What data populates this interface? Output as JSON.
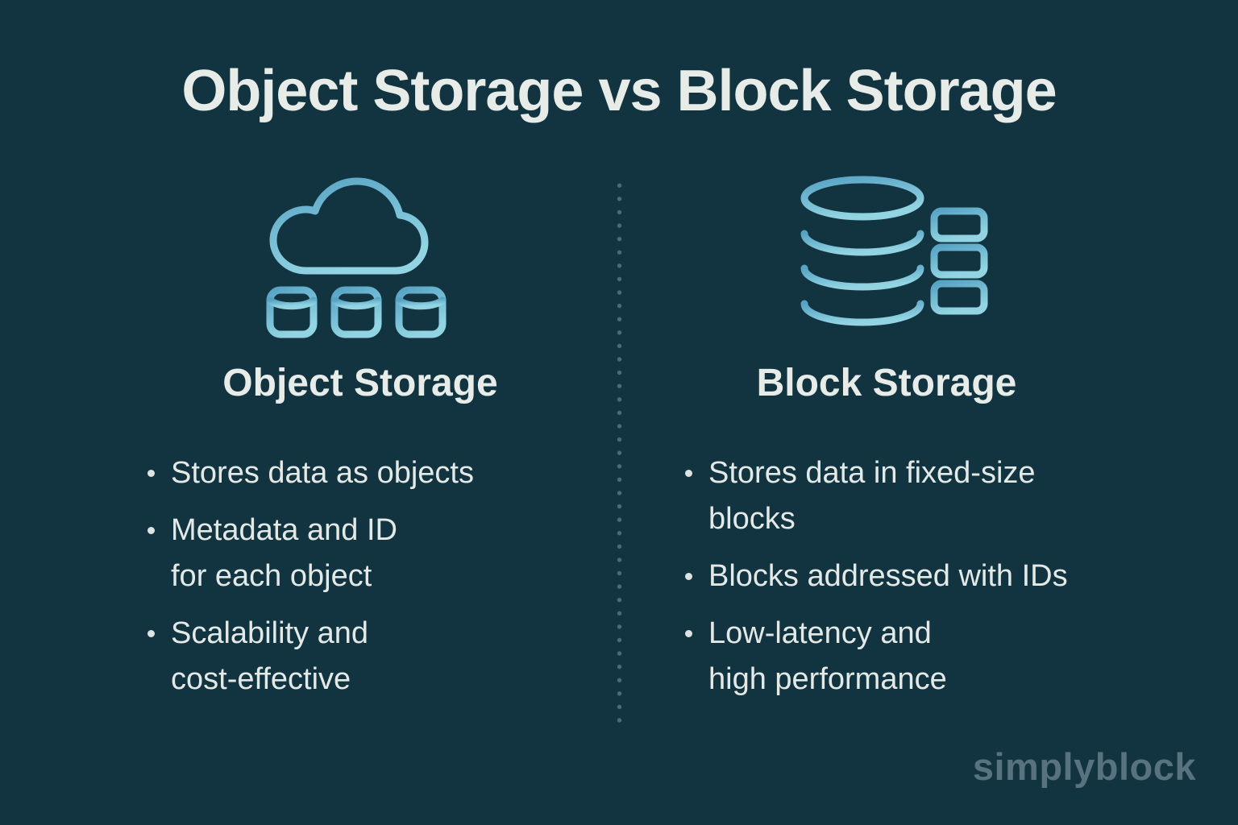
{
  "page": {
    "title": "Object Storage vs Block Storage",
    "brand": "simplyblock"
  },
  "columns": {
    "left": {
      "icon": "cloud-with-storage-nodes-icon",
      "heading": "Object Storage",
      "items": [
        "Stores data as objects",
        "Metadata and ID\nfor each object",
        "Scalability and\ncost-effective"
      ]
    },
    "right": {
      "icon": "database-stack-with-blocks-icon",
      "heading": "Block Storage",
      "items": [
        "Stores data in fixed-size\nblocks",
        "Blocks addressed with IDs",
        "Low-latency and\nhigh performance"
      ]
    }
  },
  "colors": {
    "background": "#123440",
    "heading_text": "#e7ece9",
    "body_text": "#e3e9e6",
    "icon_gradient_start": "#57a3c4",
    "icon_gradient_end": "#92d4e2",
    "divider_dot": "#4e6a75",
    "brand_text": "#587280"
  }
}
